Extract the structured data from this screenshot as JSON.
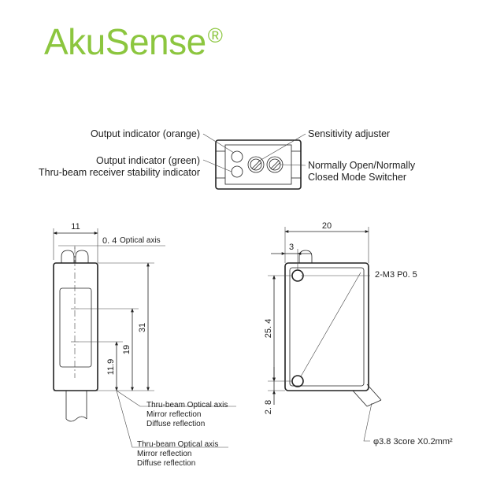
{
  "brand": {
    "name": "AkuSense",
    "mark": "®",
    "color": "#8cc63f"
  },
  "top_view": {
    "output_orange": "Output indicator (orange)",
    "output_green": "Output indicator (green)",
    "stability": "Thru-beam receiver stability indicator",
    "sensitivity": "Sensitivity adjuster",
    "no_nc_line1": "Normally Open/Normally",
    "no_nc_line2": "Closed Mode Switcher"
  },
  "side_view": {
    "dim_width": "11",
    "dim_offset": "0. 4",
    "optical_axis": "Optical axis",
    "dim_height": "31",
    "dim_19": "19",
    "dim_11_9": "11.9",
    "note1": [
      "Thru-beam Optical axis",
      "Mirror reflection",
      "Diffuse reflection"
    ],
    "note2": [
      "Thru-beam Optical axis",
      "Mirror reflection",
      "Diffuse reflection"
    ]
  },
  "front_view": {
    "dim_width": "20",
    "dim_3": "3",
    "dim_25_4": "25. 4",
    "dim_2_8": "2. 8",
    "thread": "2-M3 P0. 5",
    "cable": "φ3.8 3core X0.2mm²"
  }
}
